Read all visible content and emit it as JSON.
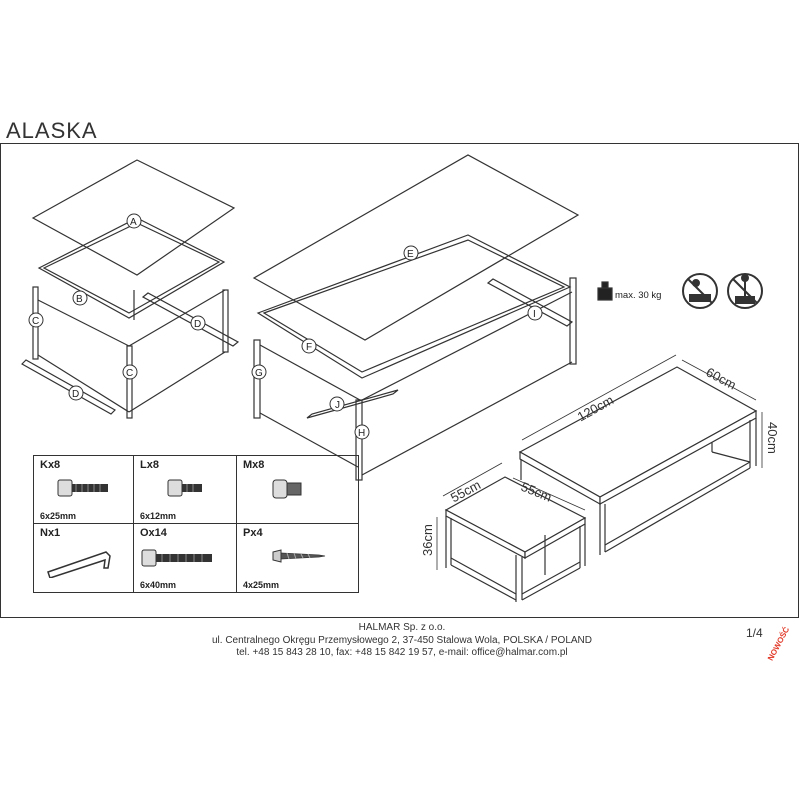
{
  "title": "ALASKA",
  "parts_labels": [
    "A",
    "B",
    "C",
    "D",
    "D",
    "C",
    "E",
    "F",
    "G",
    "J",
    "H",
    "I"
  ],
  "warnings": {
    "max_load": "max. 30 kg",
    "icons": [
      "weight-icon",
      "no-sitting-icon",
      "no-standing-icon"
    ]
  },
  "dimensions": {
    "large": {
      "length": "120cm",
      "depth": "60cm",
      "height": "40cm"
    },
    "small": {
      "length": "55cm",
      "depth": "55cm",
      "height": "36cm"
    }
  },
  "hardware": [
    {
      "code": "Kx8",
      "size": "6x25mm",
      "icon": "allen-bolt-icon"
    },
    {
      "code": "Lx8",
      "size": "6x12mm",
      "icon": "short-bolt-icon"
    },
    {
      "code": "Mx8",
      "size": "",
      "icon": "cap-nut-icon"
    },
    {
      "code": "Nx1",
      "size": "",
      "icon": "allen-key-icon"
    },
    {
      "code": "Ox14",
      "size": "6x40mm",
      "icon": "long-bolt-icon"
    },
    {
      "code": "Px4",
      "size": "4x25mm",
      "icon": "wood-screw-icon"
    }
  ],
  "footer": {
    "company": "HALMAR Sp. z o.o.",
    "address": "ul. Centralnego Okręgu Przemysłowego 2, 37-450 Stalowa Wola, POLSKA / POLAND",
    "contact": "tel. +48 15 843 28 10, fax: +48 15 842 19 57, e-mail: office@halmar.com.pl"
  },
  "page": "1/4",
  "badge": "NOWOŚĆ",
  "colors": {
    "line": "#333333",
    "badge": "#e23b2a"
  }
}
